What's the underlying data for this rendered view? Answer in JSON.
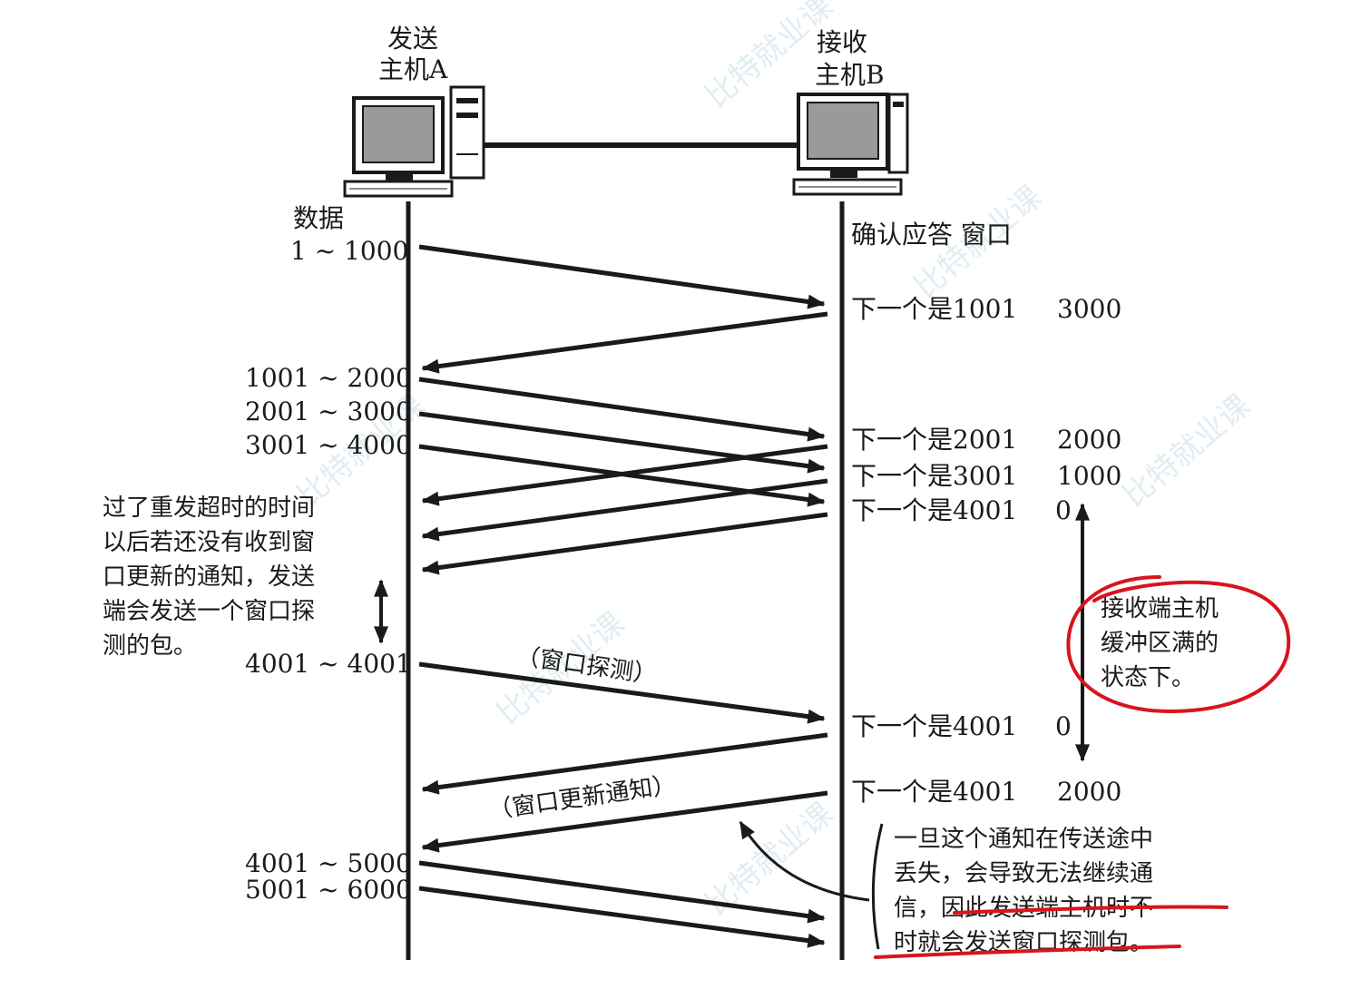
{
  "hosts": {
    "sender": {
      "line1": "发送",
      "line2": "主机A"
    },
    "receiver": {
      "line1": "接收",
      "line2": "主机B"
    }
  },
  "column_headers": {
    "sender": "数据",
    "receiver": "确认应答 窗口"
  },
  "sender_segments": [
    "1 ~ 1000",
    "1001 ~ 2000",
    "2001 ~ 3000",
    "3001 ~ 4000",
    "4001 ~ 4001",
    "4001 ~ 5000",
    "5001 ~ 6000"
  ],
  "acks": [
    {
      "next": "下一个是1001",
      "window": "3000"
    },
    {
      "next": "下一个是2001",
      "window": "2000"
    },
    {
      "next": "下一个是3001",
      "window": "1000"
    },
    {
      "next": "下一个是4001",
      "window": "0"
    },
    {
      "next": "下一个是4001",
      "window": "0"
    },
    {
      "next": "下一个是4001",
      "window": "2000"
    }
  ],
  "timeout_note": [
    "过了重发超时的时间",
    "以后若还没有收到窗",
    "口更新的通知，发送",
    "端会发送一个窗口探",
    "测的包。"
  ],
  "probe_label": "（窗口探测）",
  "update_label": "（窗口更新通知）",
  "buffer_note": [
    "接收端主机",
    "缓冲区满的",
    "状态下。"
  ],
  "loss_note": [
    "一旦这个通知在传送途中",
    "丢失，会导致无法继续通",
    "信，因此发送端主机时不",
    "时就会发送窗口探测包。"
  ],
  "watermark": "比特就业课",
  "colors": {
    "ink": "#1a1a1a",
    "annotation": "#d8141c",
    "watermark": "#c9dfe9"
  }
}
